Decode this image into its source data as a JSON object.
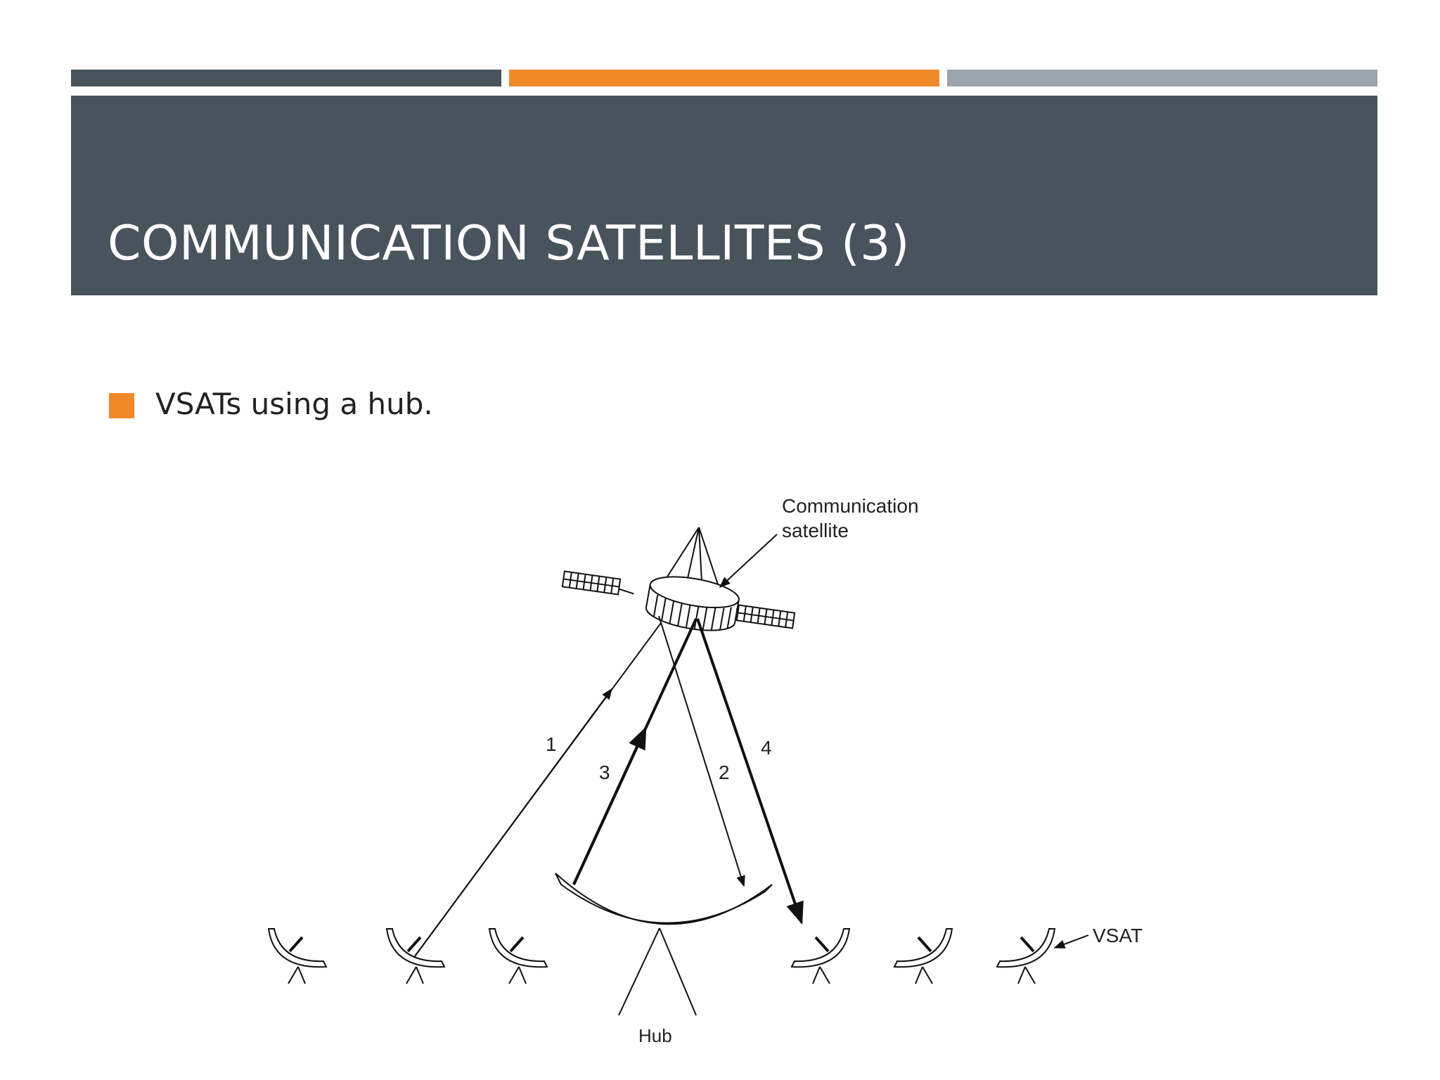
{
  "slide": {
    "title": "COMMUNICATION SATELLITES (3)",
    "bullet": "VSATs using a hub.",
    "colors": {
      "dark": "#48545C",
      "accent": "#F0892A",
      "gray": "#9BA3AB"
    }
  },
  "diagram": {
    "satellite_label_line1": "Communication",
    "satellite_label_line2": "satellite",
    "hub_label": "Hub",
    "vsat_label": "VSAT",
    "path_labels": [
      "1",
      "2",
      "3",
      "4"
    ]
  }
}
